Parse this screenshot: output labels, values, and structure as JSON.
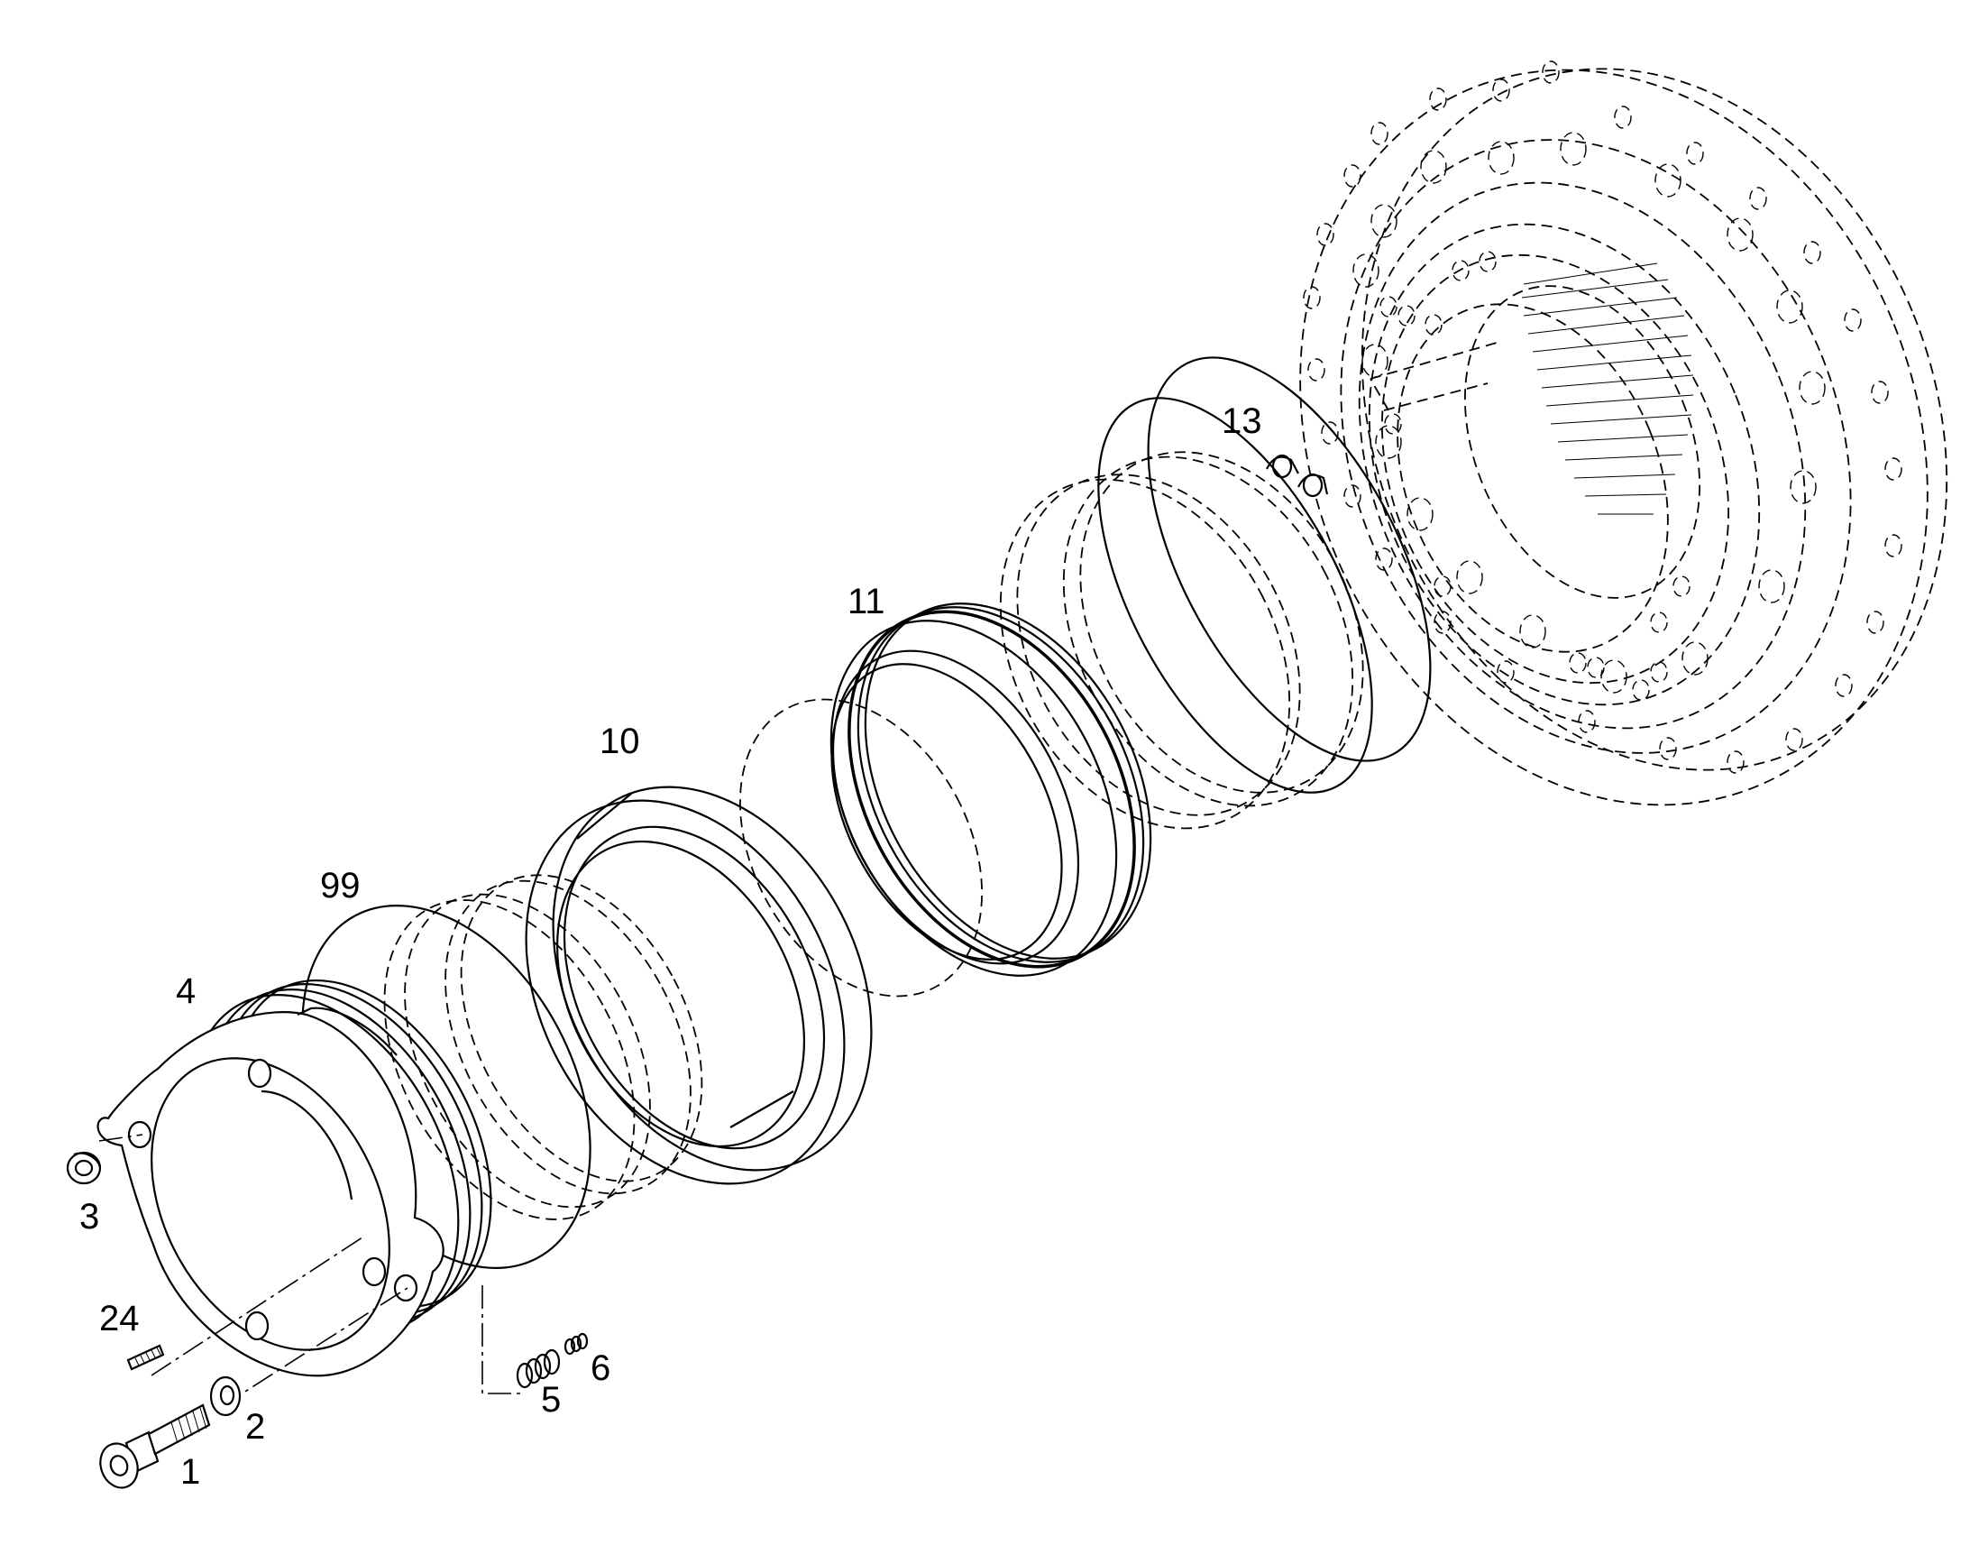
{
  "diagram": {
    "callouts": {
      "p1": "1",
      "p2": "2",
      "p3": "3",
      "p4": "4",
      "p5": "5",
      "p6": "6",
      "p10": "10",
      "p11": "11",
      "p13": "13",
      "p24": "24",
      "p99": "99"
    }
  }
}
